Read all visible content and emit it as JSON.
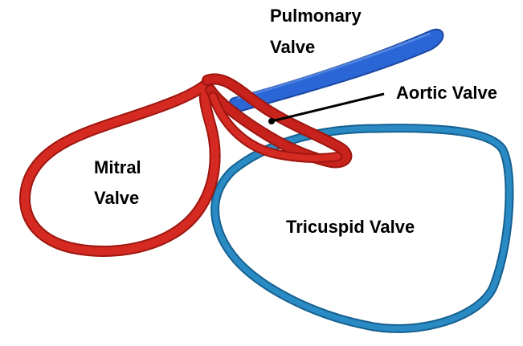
{
  "labels": {
    "pulmonary_line1": "Pulmonary",
    "pulmonary_line2": "Valve",
    "aortic": "Aortic Valve",
    "mitral_line1": "Mitral",
    "mitral_line2": "Valve",
    "tricuspid": "Tricuspid Valve"
  },
  "colors": {
    "mitral": "#d42a22",
    "mitral_dark": "#9e1610",
    "aortic": "#c8221c",
    "pulmonary": "#2a66d6",
    "pulmonary_dark": "#1b47a0",
    "tricuspid": "#2a8ac4",
    "tricuspid_dark": "#15608f",
    "pointer": "#000000",
    "text": "#000000"
  }
}
